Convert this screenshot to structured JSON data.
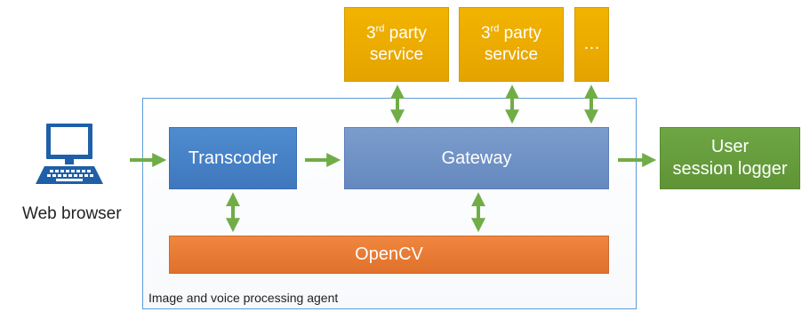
{
  "diagram": {
    "agent_container_label": "Image and voice processing agent",
    "web_browser_label": "Web browser",
    "transcoder_label": "Transcoder",
    "gateway_label": "Gateway",
    "opencv_label": "OpenCV",
    "third_party_1": {
      "prefix": "3",
      "sup": "rd",
      "suffix": " party",
      "line2": "service"
    },
    "third_party_2": {
      "prefix": "3",
      "sup": "rd",
      "suffix": " party",
      "line2": "service"
    },
    "third_party_more": "…",
    "logger_line1": "User",
    "logger_line2": "session logger",
    "colors": {
      "transcoder": "#4a86c9",
      "gateway": "#6f91c6",
      "opencv": "#e97a34",
      "third_party": "#eeac00",
      "logger": "#67a03d",
      "arrows": "#70ad47",
      "container_border": "#5b9bd5",
      "computer_icon": "#1f5fa8"
    },
    "icons": {
      "web_browser": "computer-icon",
      "arrow": "arrow-icon"
    }
  }
}
